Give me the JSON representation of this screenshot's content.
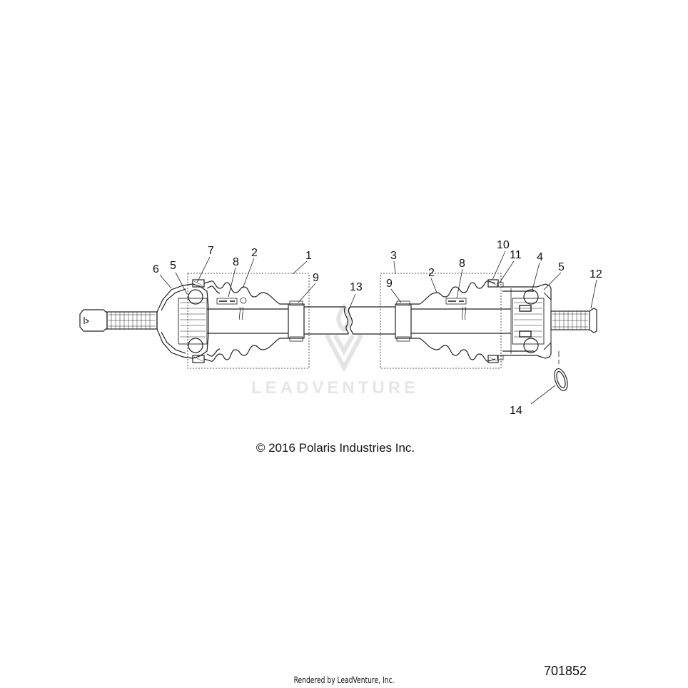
{
  "callouts": [
    {
      "id": "c1",
      "label": "1"
    },
    {
      "id": "c2a",
      "label": "2"
    },
    {
      "id": "c2b",
      "label": "2"
    },
    {
      "id": "c3",
      "label": "3"
    },
    {
      "id": "c4",
      "label": "4"
    },
    {
      "id": "c5a",
      "label": "5"
    },
    {
      "id": "c5b",
      "label": "5"
    },
    {
      "id": "c6",
      "label": "6"
    },
    {
      "id": "c7",
      "label": "7"
    },
    {
      "id": "c8a",
      "label": "8"
    },
    {
      "id": "c8b",
      "label": "8"
    },
    {
      "id": "c9a",
      "label": "9"
    },
    {
      "id": "c9b",
      "label": "9"
    },
    {
      "id": "c10",
      "label": "10"
    },
    {
      "id": "c11",
      "label": "11"
    },
    {
      "id": "c12",
      "label": "12"
    },
    {
      "id": "c13",
      "label": "13"
    },
    {
      "id": "c14",
      "label": "14"
    }
  ],
  "copyright": "© 2016 Polaris Industries Inc.",
  "diagram_id": "701852",
  "rendered_by": "Rendered by LeadVenture, Inc.",
  "watermark": "LEADVENTURE",
  "colors": {
    "line": "#222222",
    "paper": "#ffffff",
    "watermark": "#e6e6e6"
  }
}
